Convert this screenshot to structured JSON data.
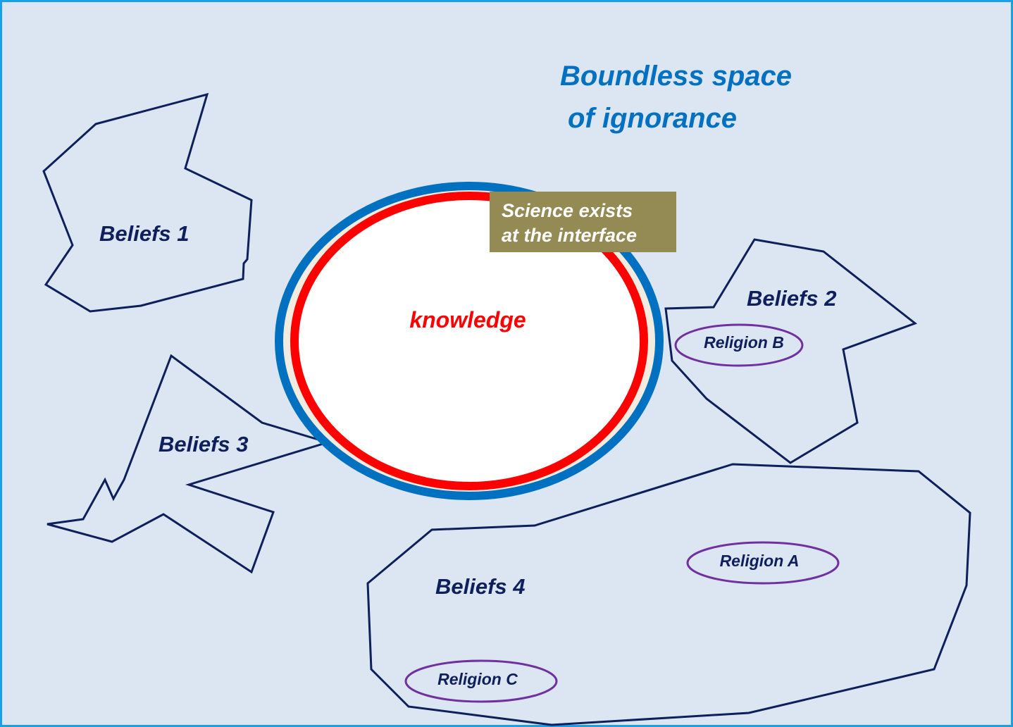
{
  "title": {
    "line1": "Boundless space",
    "line2": "of ignorance"
  },
  "knowledge": "knowledge",
  "science": {
    "line1": "Science exists",
    "line2": "at the interface"
  },
  "beliefs": [
    "Beliefs 1",
    "Beliefs 2",
    "Beliefs 3",
    "Beliefs 4"
  ],
  "religions": {
    "a": "Religion A",
    "b": "Religion B",
    "c": "Religion C"
  },
  "colors": {
    "background": "#dce6f2",
    "frame": "#1aa0e8",
    "title": "#0070c0",
    "belief_outline": "#0e1f5b",
    "religion_outline": "#7030a0",
    "knowledge_text": "#ff0000",
    "science_box": "#948a54"
  }
}
